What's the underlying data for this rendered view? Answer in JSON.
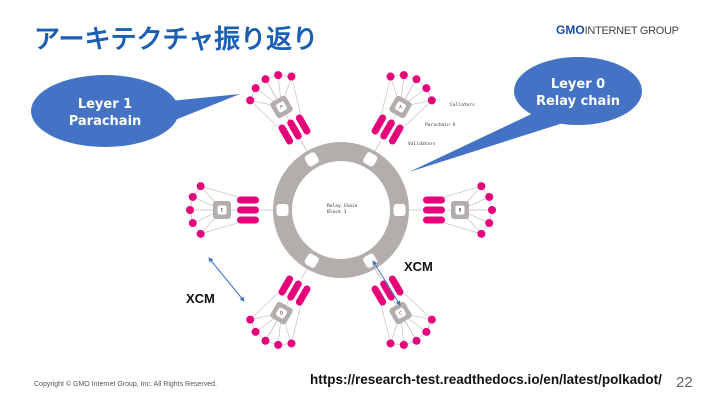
{
  "header": {
    "title": "アーキテクチャ振り返り",
    "logo_bold": "GMO",
    "logo_rest": "INTERNET GROUP"
  },
  "diagram": {
    "colors": {
      "ring": "#b3aeac",
      "node": "#e6007a",
      "bubble": "#4472c4",
      "arrow": "#4472c4",
      "line": "#b8b8b8"
    },
    "relay": {
      "label_line1": "Relay Chain",
      "label_line2": "Block 1"
    },
    "parachains": [
      {
        "id": "F",
        "label": "F"
      },
      {
        "id": "A",
        "label": "A"
      },
      {
        "id": "B",
        "label": "B"
      },
      {
        "id": "C",
        "label": "C"
      },
      {
        "id": "D",
        "label": "D"
      },
      {
        "id": "E",
        "label": "E"
      }
    ],
    "annotations": {
      "collators": "Collators",
      "parachain_a": "Parachain A",
      "validators": "Validators"
    },
    "callouts": {
      "layer1_line1": "Leyer 1",
      "layer1_line2": "Parachain",
      "layer0_line1": "Leyer 0",
      "layer0_line2": "Relay chain"
    },
    "xcm_labels": [
      "XCM",
      "XCM"
    ]
  },
  "footer": {
    "copyright": "Copyright © GMO Internet Group, Inc. All Rights Reserved.",
    "url": "https://research-test.readthedocs.io/en/latest/polkadot/",
    "page_number": "22"
  }
}
